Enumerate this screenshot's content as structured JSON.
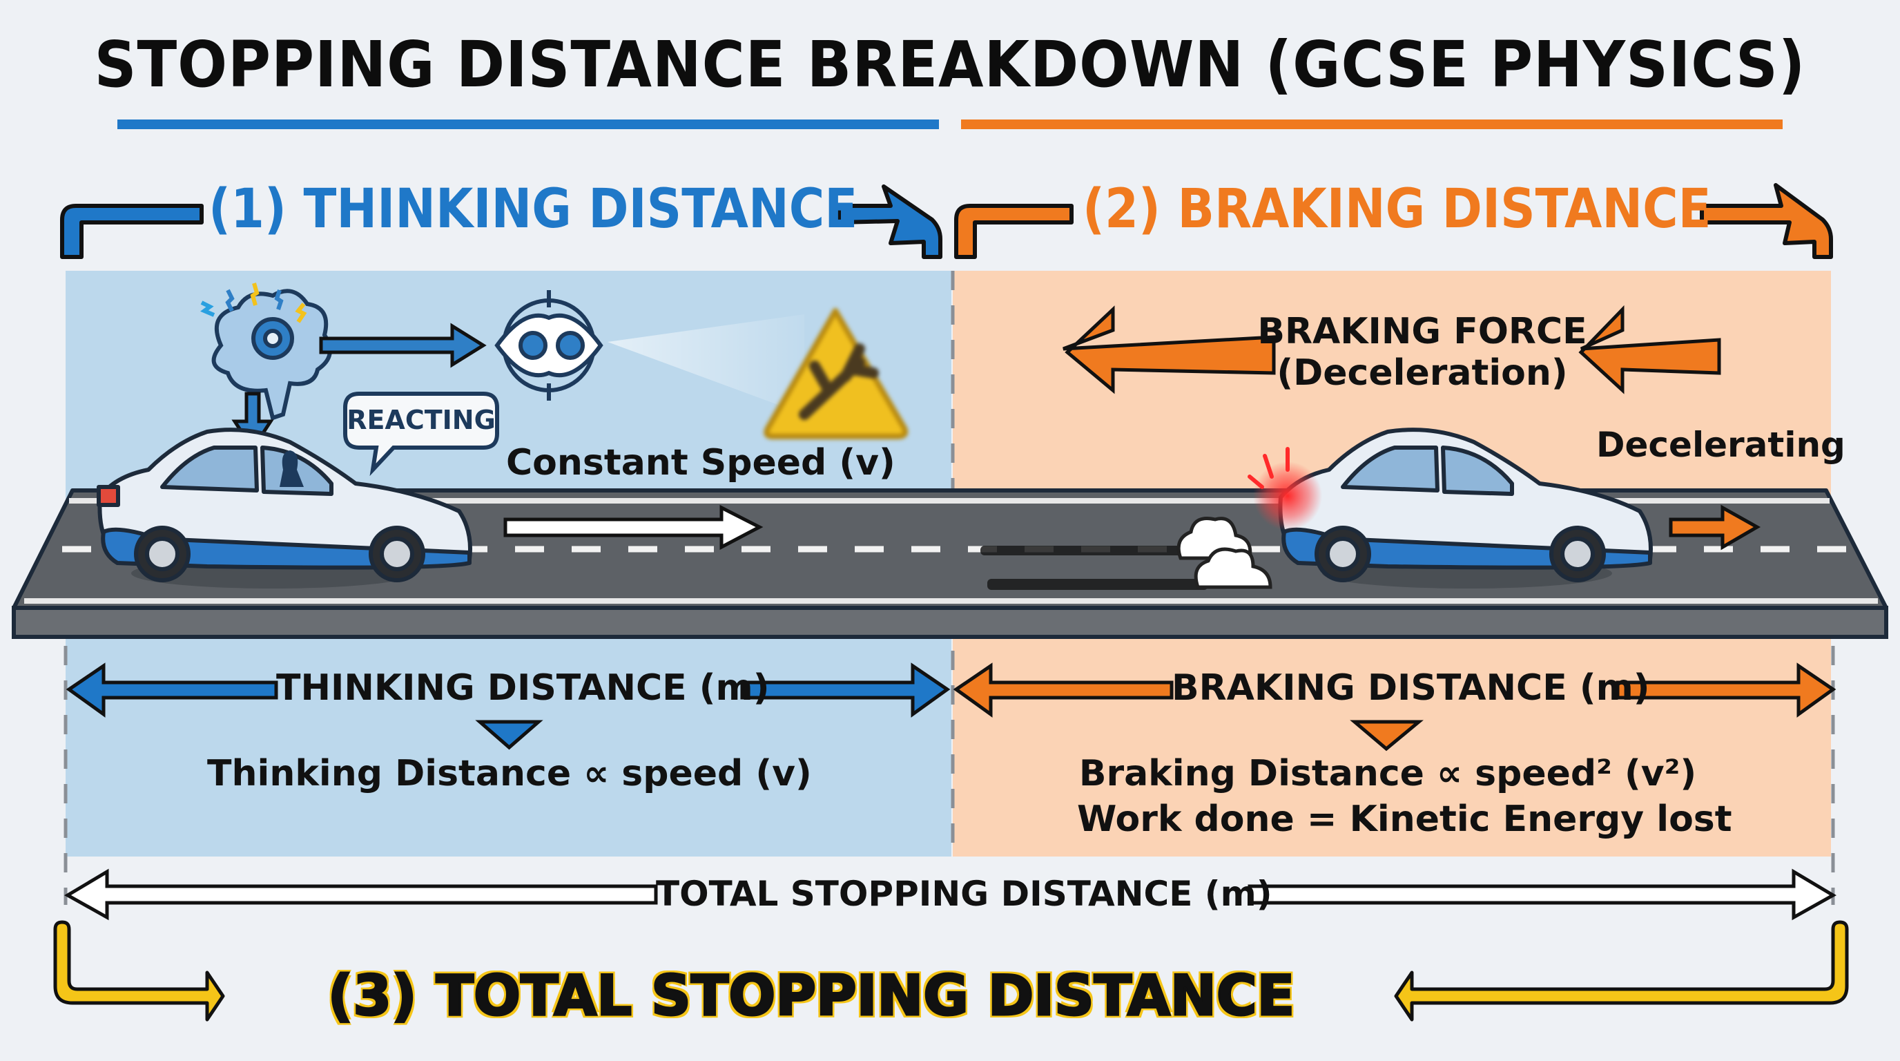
{
  "title": "STOPPING DISTANCE BREAKDOWN (GCSE PHYSICS)",
  "colors": {
    "background": "#eef1f5",
    "thinking_blue": "#1f78c8",
    "thinking_panel": "#bcd8ec",
    "braking_orange": "#f07a1f",
    "braking_panel": "#fbd3b5",
    "total_yellow": "#f5c518",
    "road": "#5d6166",
    "outline": "#111111"
  },
  "sections": {
    "thinking": {
      "header": "(1) THINKING DISTANCE",
      "icons": [
        "brain-gear-icon",
        "eye-target-icon",
        "warning-sign-icon"
      ],
      "speech_bubble": "REACTING",
      "speed_label": "Constant Speed (v)",
      "measure_label": "THINKING DISTANCE (m)",
      "formula": "Thinking Distance ∝ speed (v)"
    },
    "braking": {
      "header": "(2) BRAKING DISTANCE",
      "force_label_line1": "BRAKING FORCE",
      "force_label_line2": "(Deceleration)",
      "motion_label": "Decelerating",
      "measure_label": "BRAKING DISTANCE (m)",
      "formula_line1": "Braking Distance ∝ speed² (v²)",
      "formula_line2": "Work done = Kinetic Energy lost"
    },
    "total": {
      "measure_label": "TOTAL STOPPING DISTANCE (m)",
      "header": "(3) TOTAL STOPPING DISTANCE"
    }
  }
}
